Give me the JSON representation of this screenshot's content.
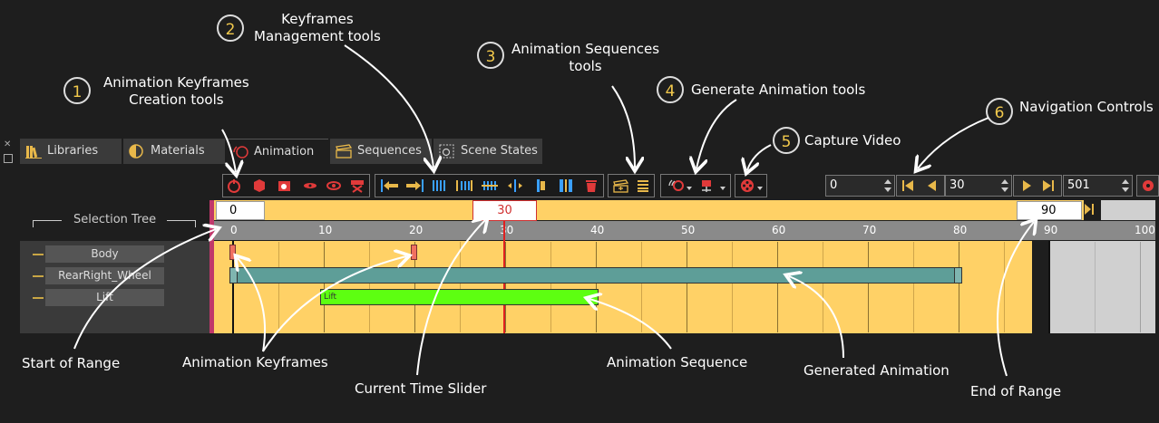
{
  "callouts": [
    {
      "num": "1",
      "text": "Animation Keyframes\nCreation tools"
    },
    {
      "num": "2",
      "text": "Keyframes\nManagement tools"
    },
    {
      "num": "3",
      "text": "Animation Sequences\ntools"
    },
    {
      "num": "4",
      "text": "Generate Animation tools"
    },
    {
      "num": "5",
      "text": "Capture Video"
    },
    {
      "num": "6",
      "text": "Navigation Controls"
    }
  ],
  "tabs": [
    {
      "label": "Libraries"
    },
    {
      "label": "Materials"
    },
    {
      "label": "Animation"
    },
    {
      "label": "Sequences"
    },
    {
      "label": "Scene States"
    }
  ],
  "navigation": {
    "start_value": "0",
    "current_value": "30",
    "end_value": "501"
  },
  "timeline": {
    "selection_tree_label": "Selection Tree",
    "range_start": "0",
    "current_time": "30",
    "range_end": "90",
    "ticks": [
      "0",
      "10",
      "20",
      "30",
      "40",
      "50",
      "60",
      "70",
      "80",
      "90",
      "100"
    ],
    "tracks": [
      {
        "label": "Body"
      },
      {
        "label": "RearRight_Wheel"
      },
      {
        "label": "Lift"
      }
    ],
    "sequence_label": "Lift"
  },
  "annotations": {
    "start_of_range": "Start of Range",
    "animation_keyframes": "Animation Keyframes",
    "current_time_slider": "Current Time Slider",
    "animation_sequence": "Animation Sequence",
    "generated_animation": "Generated Animation",
    "end_of_range": "End of Range"
  },
  "colors": {
    "timeline_bg": "#ffd166",
    "generated_bar": "#5e9e98",
    "sequence_bar": "#5dff11",
    "current_time_line": "#e02020",
    "keyframe": "#f07060"
  }
}
